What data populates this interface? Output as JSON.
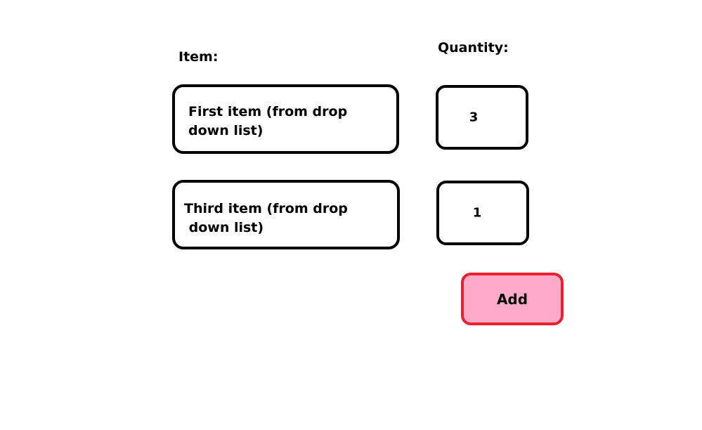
{
  "labels": {
    "item": "Item:",
    "quantity": "Quantity:"
  },
  "rows": [
    {
      "item": "First item (from drop\ndown list)",
      "quantity": "3"
    },
    {
      "item": "Third item (from drop\n down list)",
      "quantity": "1"
    }
  ],
  "add_button": {
    "label": "Add",
    "fill": "#ffaac9",
    "border": "#e8202f"
  }
}
